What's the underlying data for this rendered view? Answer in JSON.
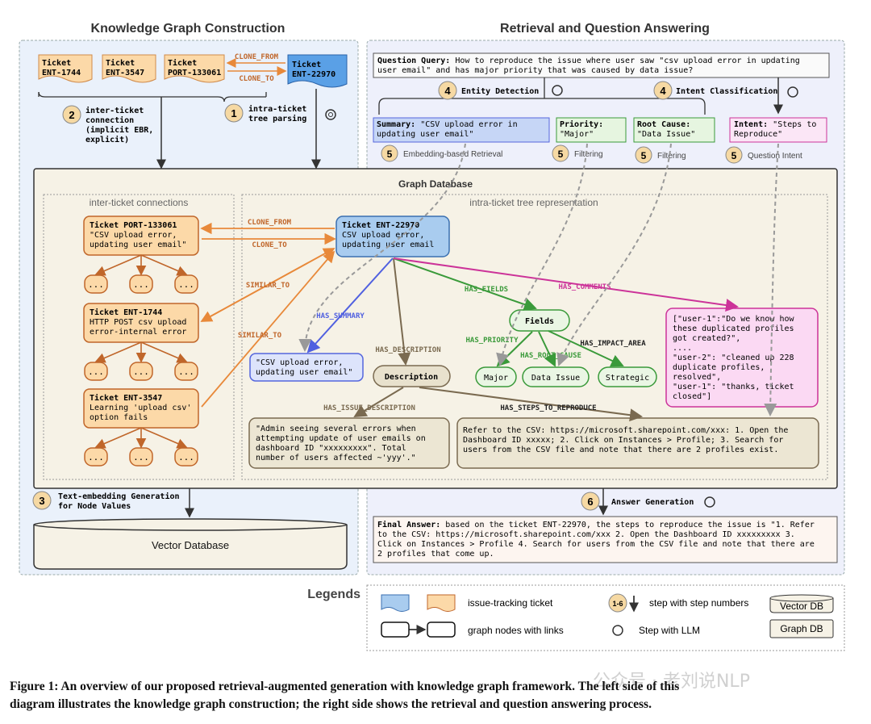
{
  "sections": {
    "left_title": "Knowledge Graph Construction",
    "right_title": "Retrieval and Question Answering"
  },
  "tickets_top": {
    "t1": [
      "Ticket",
      "ENT-1744"
    ],
    "t2": [
      "Ticket",
      "ENT-3547"
    ],
    "t3": [
      "Ticket",
      "PORT-133061"
    ],
    "t4": [
      "Ticket",
      "ENT-22970"
    ],
    "clone_from": "CLONE_FROM",
    "clone_to": "CLONE_TO"
  },
  "steps": {
    "s1": "1",
    "s1_text": [
      "intra-ticket",
      "tree parsing"
    ],
    "s2": "2",
    "s2_text": [
      "inter-ticket",
      "connection",
      "(implicit EBR,",
      "explicit)"
    ],
    "s3": "3",
    "s3_text": [
      "Text-embedding Generation",
      "for Node Values"
    ],
    "s4a": "4",
    "s4a_text": "Entity Detection",
    "s4b": "4",
    "s4b_text": "Intent Classification",
    "s5": "5",
    "s5a_text": "Embedding-based Retrieval",
    "s5b_text": "Filtering",
    "s5c_text": "Filtering",
    "s5d_text": "Question Intent",
    "s6": "6",
    "s6_text": "Answer Generation"
  },
  "query": {
    "label": "Question Query:",
    "line1": " How to reproduce the issue where user saw \"csv upload error in updating",
    "line2": "user email\" and has major priority that was caused by data issue?"
  },
  "entities": {
    "summary_label": "Summary:",
    "summary_l1": " \"CSV upload error in",
    "summary_l2": "updating user email\"",
    "priority_label": "Priority:",
    "priority_val": "\"Major\"",
    "root_label": "Root Cause:",
    "root_val": "\"Data Issue\"",
    "intent_label": "Intent:",
    "intent_l1": " \"Steps to",
    "intent_l2": "Reproduce\""
  },
  "graph_db": {
    "title": "Graph Database",
    "inter_title": "inter-ticket connections",
    "intra_title": "intra-ticket tree representation",
    "port": [
      "Ticket PORT-133061",
      "\"CSV upload error,",
      "updating user email\""
    ],
    "ent1744": [
      "Ticket ENT-1744",
      "HTTP POST csv upload",
      "error-internal error"
    ],
    "ent3547": [
      "Ticket ENT-3547",
      "Learning 'upload csv'",
      "option fails"
    ],
    "ellipsis": "...",
    "center": [
      "Ticket ENT-22970",
      "CSV upload error,",
      "updating user email"
    ],
    "summary_node": [
      "\"CSV upload error,",
      "updating user email\""
    ],
    "description": "Description",
    "fields": "Fields",
    "major": "Major",
    "data_issue": "Data Issue",
    "strategic": "Strategic",
    "issue_desc": [
      "\"Admin seeing several errors when",
      "attempting update of user emails on",
      "dashboard ID \"xxxxxxxxx\". Total",
      "number of users affected ~'yyy'.\""
    ],
    "steps_text": [
      "Refer to the CSV: https://microsoft.sharepoint.com/xxx: 1. Open the",
      "Dashboard ID xxxxx; 2. Click on Instances > Profile; 3. Search for",
      "users from the CSV file and note that there are 2 profiles exist."
    ],
    "comments": [
      "[\"user-1\":\"Do we know how",
      "these duplicated profiles",
      "got created?\",",
      "....",
      "\"user-2\": \"cleaned up 228",
      "duplicate profiles,",
      "resolved\",",
      "\"user-1\": \"thanks, ticket",
      "closed\"]"
    ],
    "edges": {
      "clone_from": "CLONE_FROM",
      "clone_to": "CLONE_TO",
      "similar_to_1": "SIMILAR_TO",
      "similar_to_2": "SIMILAR_TO",
      "has_summary": "HAS_SUMMARY",
      "has_description": "HAS_DESCRIPTION",
      "has_fields": "HAS_FIELDS",
      "has_comments": "HAS_COMMENTS",
      "has_priority": "HAS_PRIORITY",
      "has_root_cause": "HAS_ROOT_CAUSE",
      "has_impact_area": "HAS_IMPACT_AREA",
      "has_issue_description": "HAS_ISSUE_DESCRIPTION",
      "has_steps_to_reproduce": "HAS_STEPS_TO_REPRODUCE"
    }
  },
  "vector_db": "Vector Database",
  "answer": {
    "label": "Final Answer:",
    "l1": " based on the ticket ENT-22970, the steps to reproduce the issue is \"1. Refer",
    "l2": "to the CSV: https://microsoft.sharepoint.com/xxx 2. Open the Dashboard ID xxxxxxxxx 3.",
    "l3": "Click on Instances > Profile 4. Search for users from the CSV file and note that there are",
    "l4": "2 profiles that come up."
  },
  "legend": {
    "title": "Legends",
    "ticket": "issue-tracking ticket",
    "nodes": "graph nodes with links",
    "step_badge": "1-6",
    "step": "step with step numbers",
    "llm": "Step with LLM",
    "vector_db": "Vector DB",
    "graph_db": "Graph DB"
  },
  "caption": {
    "l1": "Figure 1: An overview of our proposed retrieval-augmented generation with knowledge graph framework. The left side of this",
    "l2": "diagram illustrates the knowledge graph construction; the right side shows the retrieval and question answering process."
  },
  "watermark": "公众号 · 老刘说NLP",
  "colors": {
    "orange_fill": "#fcd9a8",
    "orange_stroke": "#c0662a",
    "blue_fill": "#a9ccef",
    "blue_stroke": "#3a6fb0",
    "green": "#3a9a3a",
    "magenta": "#cc3399",
    "olive_fill": "#ece6d3",
    "olive_stroke": "#7a6a50",
    "step_fill": "#f6d9a3"
  }
}
